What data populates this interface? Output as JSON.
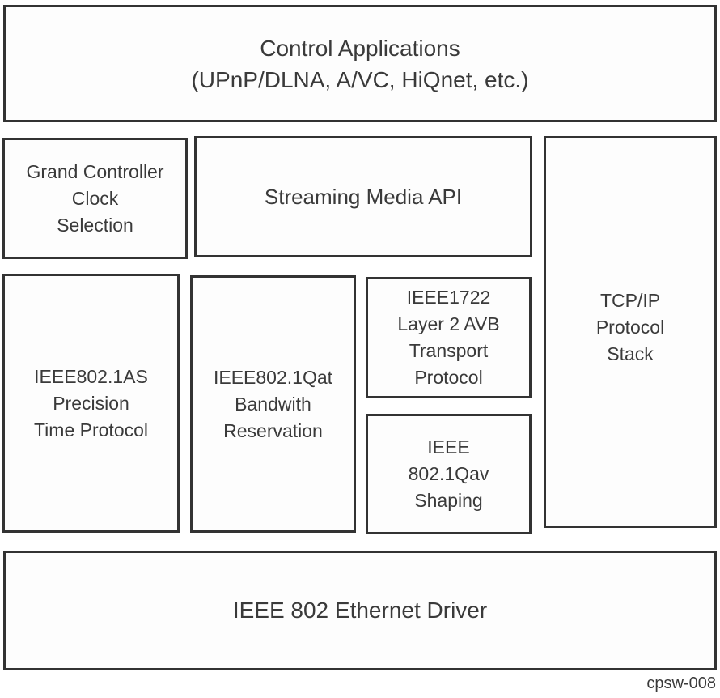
{
  "diagram": {
    "caption": "cpsw-008",
    "colors": {
      "border": "#333333",
      "text": "#3a3a3a",
      "background": "#ffffff"
    },
    "blocks": {
      "control_applications": {
        "label": "Control Applications\n(UPnP/DLNA, A/VC, HiQnet, etc.)"
      },
      "grand_controller": {
        "label": "Grand Controller\nClock\nSelection"
      },
      "streaming_media_api": {
        "label": "Streaming Media API"
      },
      "tcpip_stack": {
        "label": "TCP/IP\nProtocol\nStack"
      },
      "ieee8021as": {
        "label": "IEEE802.1AS\nPrecision\nTime Protocol"
      },
      "ieee8021qat": {
        "label": "IEEE802.1Qat\nBandwith\nReservation"
      },
      "ieee1722": {
        "label": "IEEE1722\nLayer 2 AVB\nTransport\nProtocol"
      },
      "ieee8021qav": {
        "label": "IEEE\n802.1Qav\nShaping"
      },
      "ethernet_driver": {
        "label": "IEEE 802 Ethernet Driver"
      }
    }
  }
}
